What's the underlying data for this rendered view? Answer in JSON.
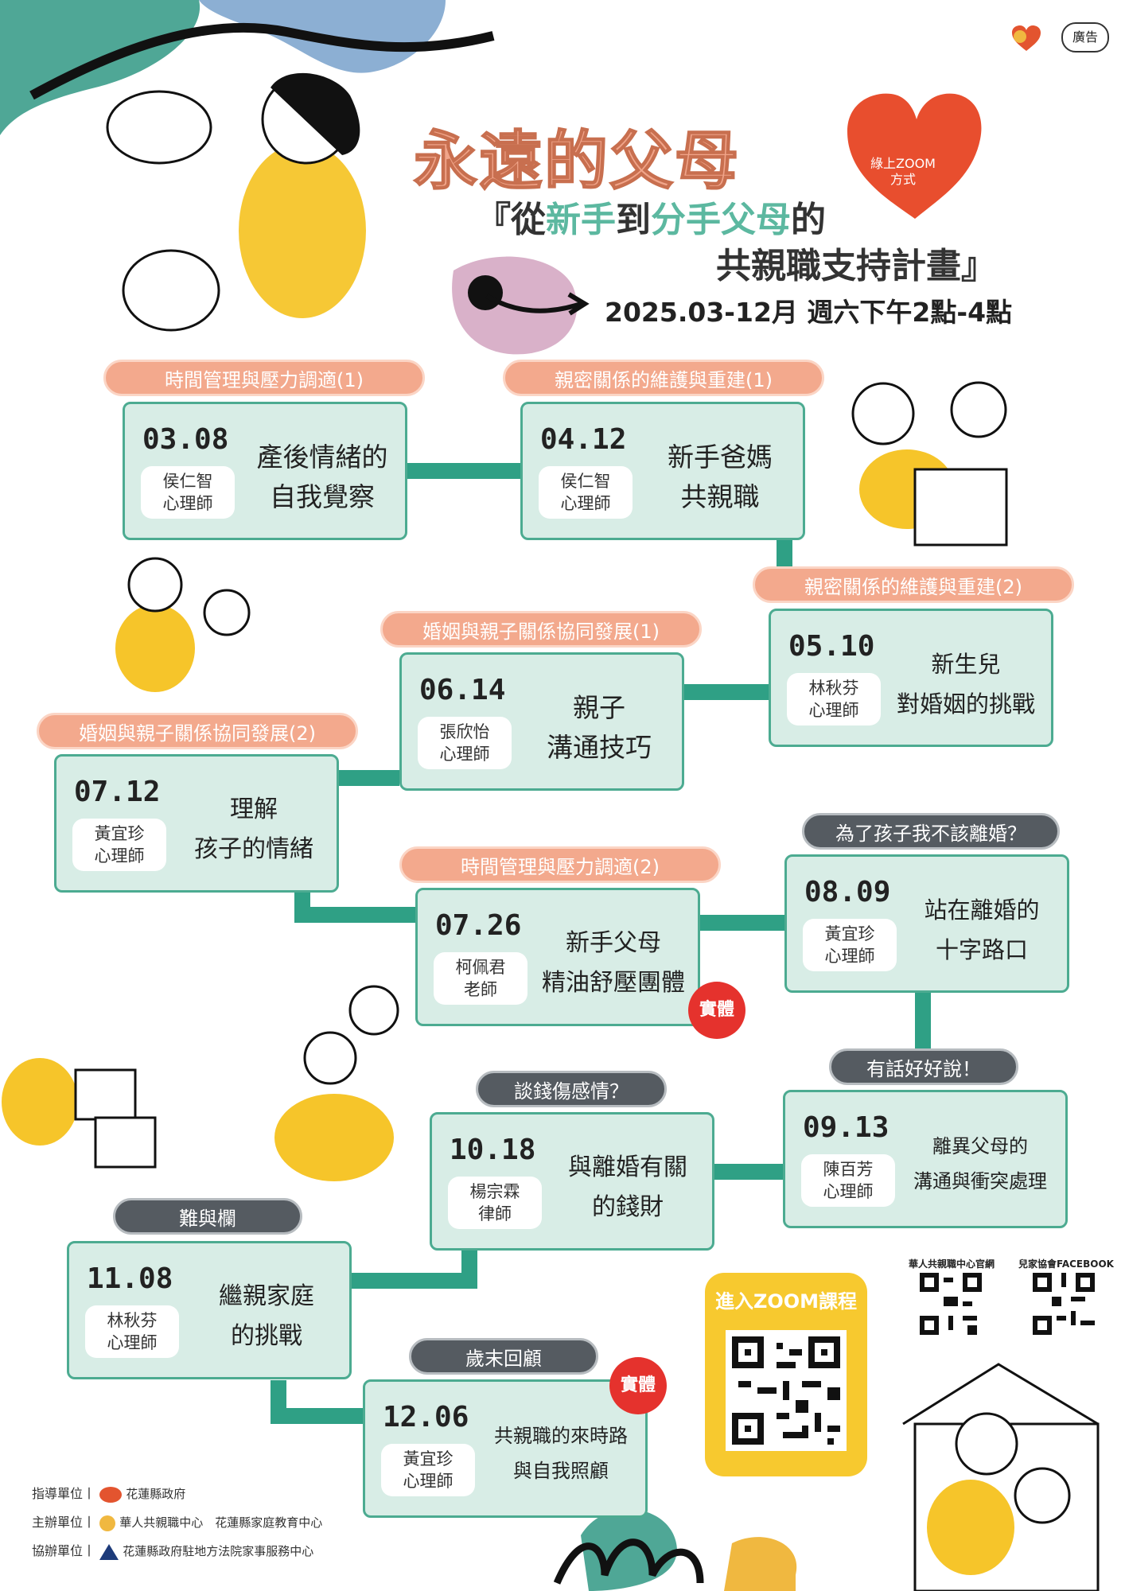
{
  "ad_badge": "廣告",
  "title": "永遠的父母",
  "subtitle": {
    "open": "『從",
    "hl1": "新手",
    "mid": "到",
    "hl2": "分手父母",
    "end": "的",
    "line2": "共親職支持計畫』"
  },
  "date": "2025.03-12月  週六下午2點-4點",
  "zoom_heart": "綠上ZOOM\n方式",
  "sessions": [
    {
      "topic": "時間管理與壓力調適(1)",
      "date": "03.08",
      "speaker": "侯仁智\n心理師",
      "title": "產後情緒的\n自我覺察"
    },
    {
      "topic": "親密關係的維護與重建(1)",
      "date": "04.12",
      "speaker": "侯仁智\n心理師",
      "title": "新手爸媽\n共親職"
    },
    {
      "topic": "親密關係的維護與重建(2)",
      "date": "05.10",
      "speaker": "林秋芬\n心理師",
      "title": "新生兒\n對婚姻的挑戰"
    },
    {
      "topic": "婚姻與親子關係協同發展(1)",
      "date": "06.14",
      "speaker": "張欣怡\n心理師",
      "title": "親子\n溝通技巧"
    },
    {
      "topic": "婚姻與親子關係協同發展(2)",
      "date": "07.12",
      "speaker": "黃宜珍\n心理師",
      "title": "理解\n孩子的情緒"
    },
    {
      "topic": "時間管理與壓力調適(2)",
      "date": "07.26",
      "speaker": "柯佩君\n老師",
      "title": "新手父母\n精油舒壓團體"
    },
    {
      "topic": "為了孩子我不該離婚？",
      "date": "08.09",
      "speaker": "黃宜珍\n心理師",
      "title": "站在離婚的\n十字路口"
    },
    {
      "topic": "有話好好說！",
      "date": "09.13",
      "speaker": "陳百芳\n心理師",
      "title": "離異父母的\n溝通與衝突處理"
    },
    {
      "topic": "談錢傷感情？",
      "date": "10.18",
      "speaker": "楊宗霖\n律師",
      "title": "與離婚有關\n的錢財"
    },
    {
      "topic": "難與欄",
      "date": "11.08",
      "speaker": "林秋芬\n心理師",
      "title": "繼親家庭\n的挑戰"
    },
    {
      "topic": "歲末回顧",
      "date": "12.06",
      "speaker": "黃宜珍\n心理師",
      "title": "共親職的來時路\n與自我照顧"
    }
  ],
  "in_person_badge": "實體",
  "zoom_box_title": "進入ZOOM課程",
  "qr_labels": [
    "華人共親職中心官網",
    "兒家協會FACEBOOK"
  ],
  "footer": [
    {
      "label": "指導單位丨",
      "org": "花蓮縣政府"
    },
    {
      "label": "主辦單位丨",
      "org": "華人共親職中心　花蓮縣家庭教育中心"
    },
    {
      "label": "協辦單位丨",
      "org": "花蓮縣政府駐地方法院家事服務中心"
    }
  ],
  "colors": {
    "teal": "#4cab91",
    "card_bg": "#d8ede6",
    "peach": "#f3a98d",
    "gray_pill": "#555b61",
    "red_badge": "#e5322d",
    "yellow": "#f7c92f"
  }
}
